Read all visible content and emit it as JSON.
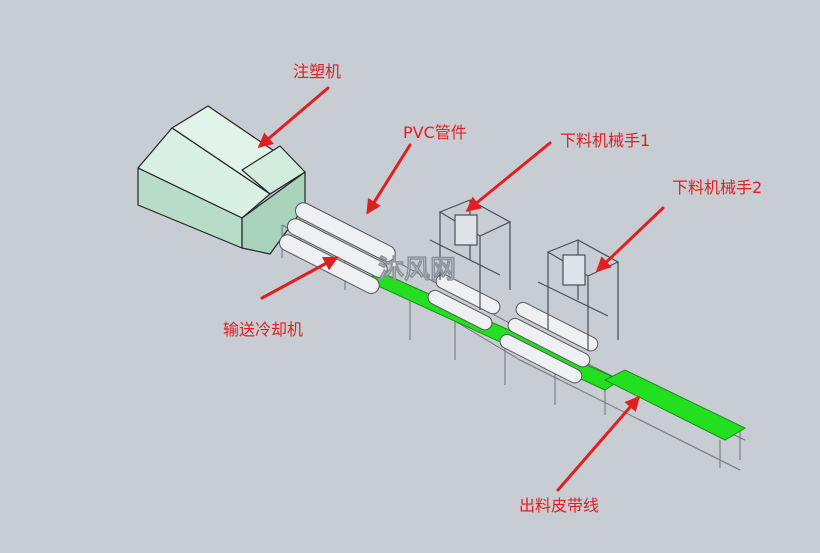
{
  "labels": {
    "injection_machine": "注塑机",
    "pvc_pipe": "PVC管件",
    "unloading_robot_1": "下料机械手1",
    "unloading_robot_2": "下料机械手2",
    "conveyor_cooler": "输送冷却机",
    "output_belt": "出料皮带线"
  },
  "watermark": "沐风网",
  "colors": {
    "background": "#c8ccd3",
    "machine_fill": "#c9e8d7",
    "annotation": "#e02020",
    "belt": "#22e020",
    "frame": "#7a7f88"
  }
}
